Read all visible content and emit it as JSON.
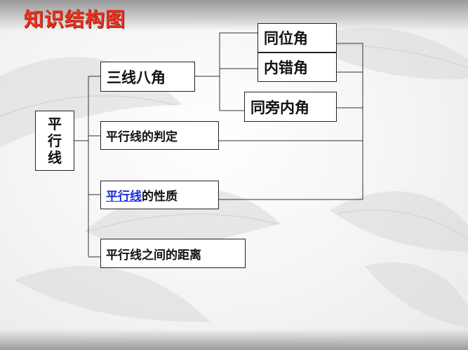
{
  "slide_title": "知识结构图",
  "root": {
    "chars": [
      "平",
      "行",
      "线"
    ]
  },
  "branches": {
    "angles": "三线八角",
    "criteria": "平行线的判定",
    "properties_link": "平行线",
    "properties_rest": "的性质",
    "distance": "平行线之间的距离"
  },
  "angle_types": {
    "corresponding": "同位角",
    "alternate_interior": "内错角",
    "same_side_interior": "同旁内角"
  }
}
